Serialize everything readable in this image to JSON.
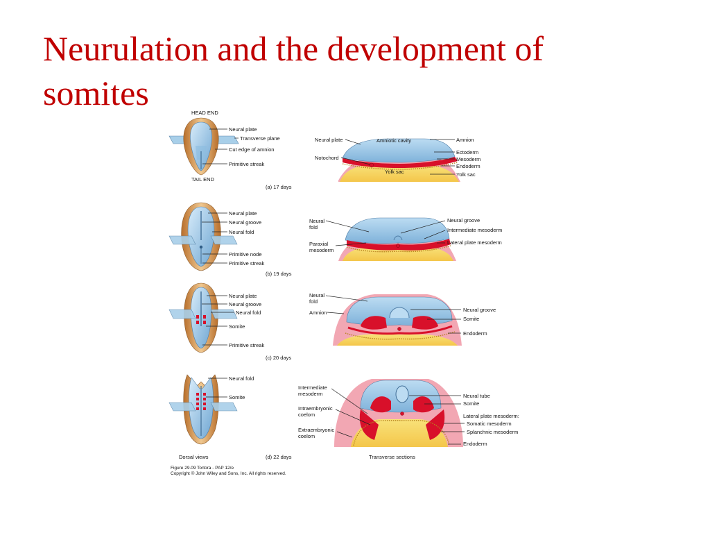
{
  "slide": {
    "title": "Neurulation and the development of somites"
  },
  "diagram": {
    "head_end": "HEAD END",
    "tail_end": "TAIL END",
    "dorsal_views": "Dorsal views",
    "transverse_sections": "Transverse sections",
    "stages": [
      {
        "caption": "(a) 17 days",
        "dorsal_labels": [
          "Neural plate",
          "Transverse plane",
          "Cut edge of amnion",
          "Primitive streak"
        ],
        "section_left": [
          "Neural plate",
          "Notochord"
        ],
        "section_center": [
          "Amniotic cavity",
          "Yolk sac"
        ],
        "section_right": [
          "Amnion",
          "Ectoderm",
          "Mesoderm",
          "Endoderm",
          "Yolk sac"
        ]
      },
      {
        "caption": "(b) 19 days",
        "dorsal_labels": [
          "Neural plate",
          "Neural groove",
          "Neural fold",
          "Primitive node",
          "Primitive streak"
        ],
        "section_left": [
          "Neural",
          "fold",
          "Paraxial",
          "mesoderm"
        ],
        "section_right": [
          "Neural groove",
          "Intermediate mesoderm",
          "Lateral plate mesoderm"
        ]
      },
      {
        "caption": "(c) 20 days",
        "dorsal_labels": [
          "Neural plate",
          "Neural groove",
          "Neural fold",
          "Somite",
          "Primitive streak"
        ],
        "section_left": [
          "Neural",
          "fold",
          "Amnion"
        ],
        "section_right": [
          "Neural groove",
          "Somite",
          "Endoderm"
        ]
      },
      {
        "caption": "(d) 22 days",
        "dorsal_labels": [
          "Neural fold",
          "Somite"
        ],
        "section_left": [
          "Intermediate",
          "mesoderm",
          "Intraembryonic",
          "coelom",
          "Extraembryonic",
          "coelom"
        ],
        "section_right": [
          "Neural tube",
          "Somite",
          "Lateral plate mesoderm:",
          "Somatic mesoderm",
          "Splanchnic mesoderm",
          "Endoderm"
        ]
      }
    ],
    "figure_credit": "Figure 29.09  Tortora - PAP 12/e",
    "copyright": "Copyright © John Wiley and Sons, Inc. All rights reserved."
  },
  "colors": {
    "title": "#c00000",
    "ectoderm_blue": "#9cc8e8",
    "mesoderm_red": "#d8102a",
    "endoderm_yellow": "#f6d85a",
    "amnion_pink": "#f2a7b3",
    "embryo_tan": "#d99a52"
  }
}
